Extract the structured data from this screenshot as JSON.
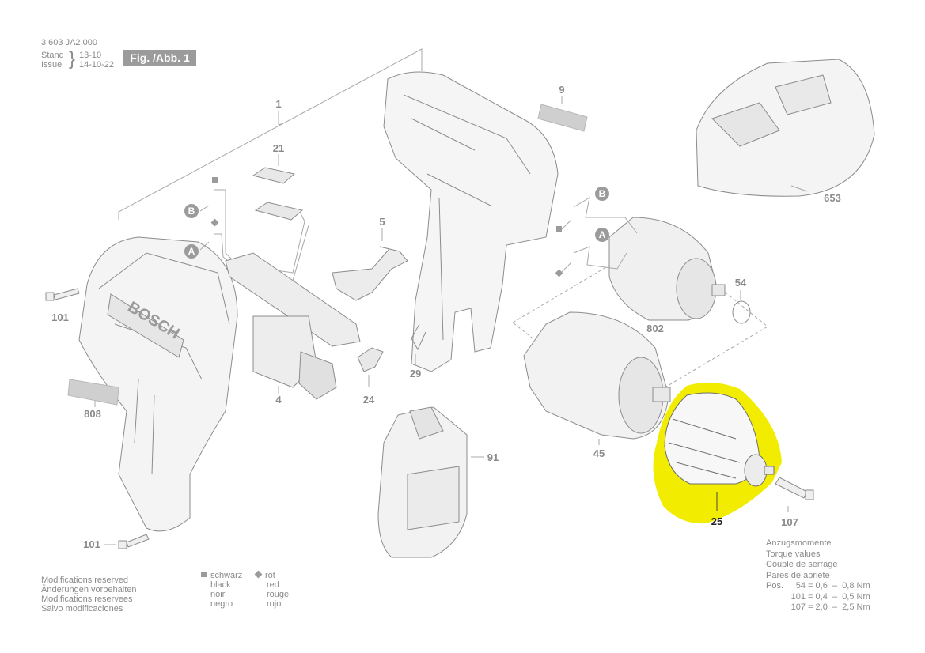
{
  "header": {
    "doc_number": "3 603 JA2 000",
    "stand_label": "Stand",
    "issue_label": "Issue",
    "stand_value": "13-10",
    "issue_value": "14-10-22",
    "fig_label": "Fig. /Abb. 1"
  },
  "parts": [
    {
      "id": "1",
      "label": "1"
    },
    {
      "id": "4",
      "label": "4"
    },
    {
      "id": "5",
      "label": "5"
    },
    {
      "id": "9",
      "label": "9"
    },
    {
      "id": "21",
      "label": "21"
    },
    {
      "id": "24",
      "label": "24"
    },
    {
      "id": "25",
      "label": "25"
    },
    {
      "id": "29",
      "label": "29"
    },
    {
      "id": "45",
      "label": "45"
    },
    {
      "id": "54",
      "label": "54"
    },
    {
      "id": "91",
      "label": "91"
    },
    {
      "id": "101a",
      "label": "101"
    },
    {
      "id": "101b",
      "label": "101"
    },
    {
      "id": "107",
      "label": "107"
    },
    {
      "id": "653",
      "label": "653"
    },
    {
      "id": "802",
      "label": "802"
    },
    {
      "id": "808",
      "label": "808"
    }
  ],
  "connector_labels": {
    "b": "B",
    "a": "A"
  },
  "brand_text": "BOSCH",
  "highlight_part": "25",
  "colors": {
    "highlight": "#f2ec00",
    "line": "#a8a8a8",
    "text": "#8a8a8a"
  },
  "notes": {
    "lines": [
      "Modifications reserved",
      "Änderungen vorbehalten",
      "Modifications reservees",
      "Salvo modificaciones"
    ]
  },
  "legend": {
    "black": [
      "schwarz",
      "black",
      "noir",
      "negro"
    ],
    "red": [
      "rot",
      "red",
      "rouge",
      "rojo"
    ]
  },
  "torque": {
    "titles": [
      "Anzugsmomente",
      "Torque values",
      "Couple de serrage",
      "Pares de apriete"
    ],
    "pos_label": "Pos.",
    "rows": [
      {
        "pos": "54",
        "min": "0,6",
        "max": "0,8 Nm"
      },
      {
        "pos": "101",
        "min": "0,4",
        "max": "0,5 Nm"
      },
      {
        "pos": "107",
        "min": "2,0",
        "max": "2,5 Nm"
      }
    ]
  }
}
